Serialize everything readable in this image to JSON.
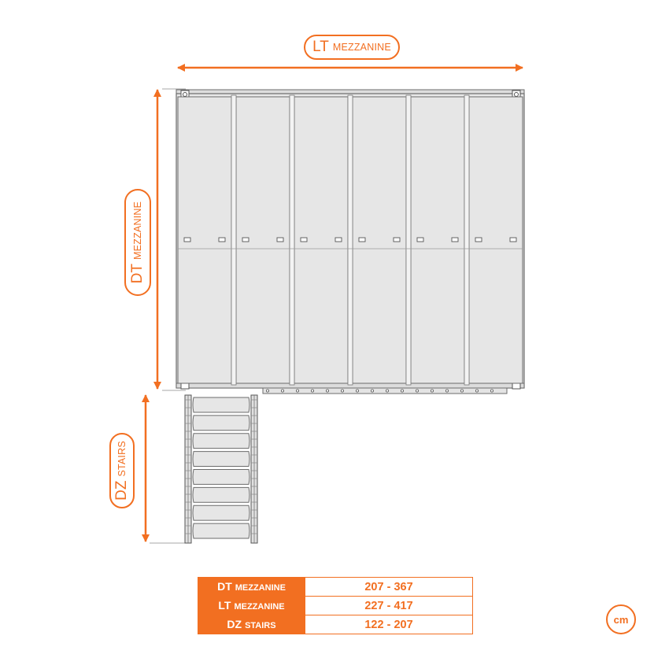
{
  "dimension_labels": {
    "lt": {
      "code": "LT",
      "word": "MEZZANINE"
    },
    "dt": {
      "code": "DT",
      "word": "MEZZANINE"
    },
    "dz": {
      "code": "DZ",
      "word": "STAIRS"
    }
  },
  "spec_table": {
    "rows": [
      {
        "code": "DT",
        "word": "MEZZANINE",
        "range": "207 - 367"
      },
      {
        "code": "LT",
        "word": "MEZZANINE",
        "range": "227 - 417"
      },
      {
        "code": "DZ",
        "word": "STAIRS",
        "range": "122 - 207"
      }
    ]
  },
  "unit": "cm",
  "colors": {
    "accent": "#f26f21",
    "panel_fill": "#e6e6e6",
    "outline": "#6b6b6b",
    "frame": "#cfcfcf"
  },
  "panel_count": 6,
  "stair_step_count": 8
}
